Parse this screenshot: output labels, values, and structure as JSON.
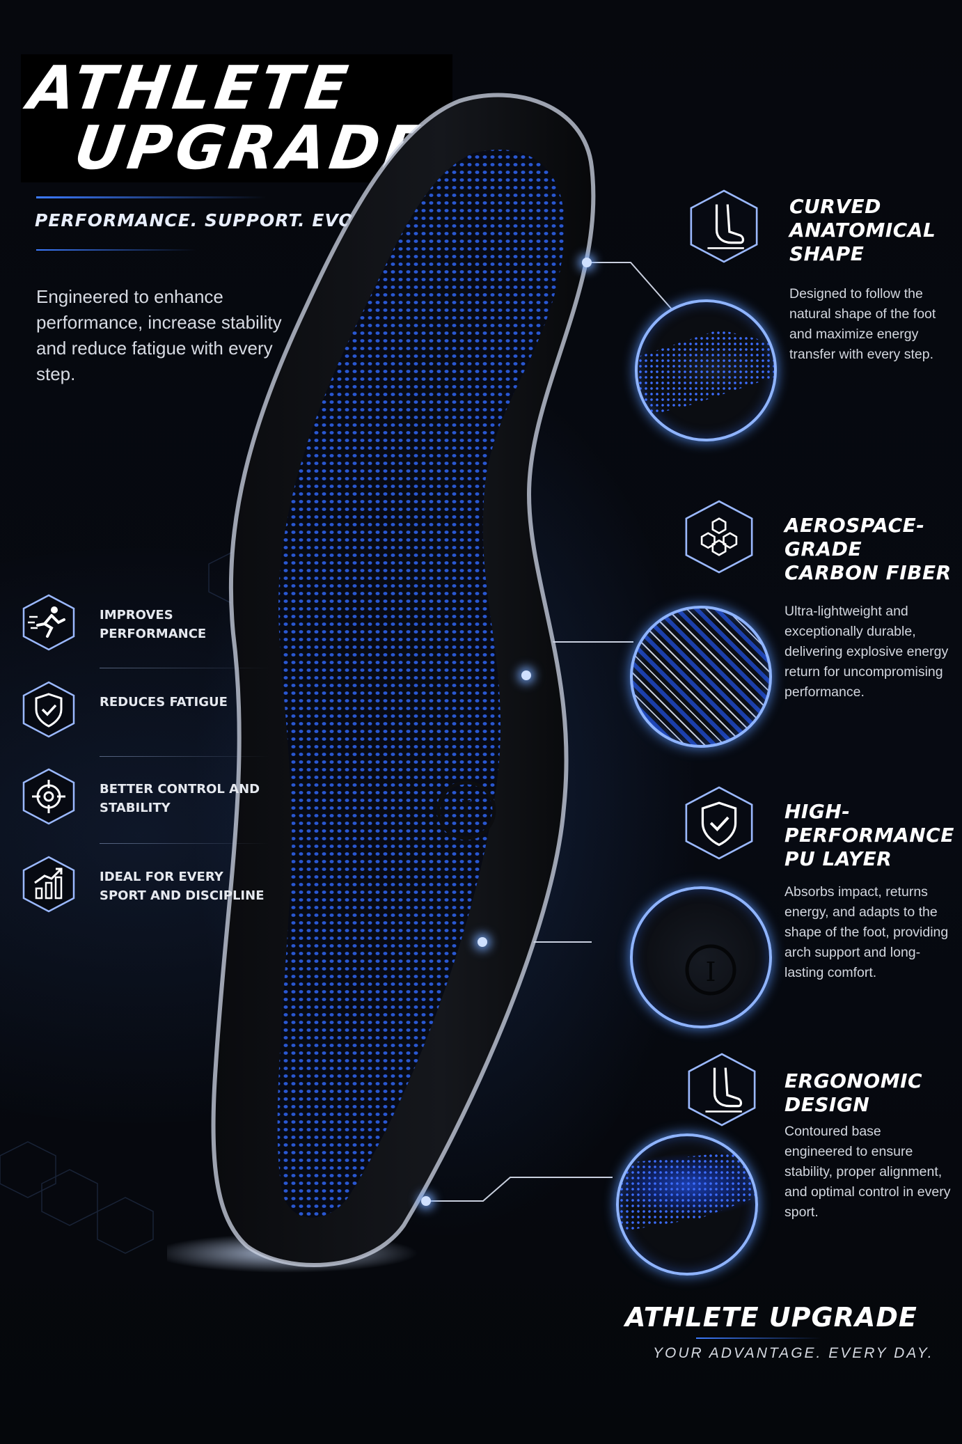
{
  "title": {
    "line1": "ATHLETE",
    "line2": "UPGRADE"
  },
  "tagline": "PERFORMANCE. SUPPORT. EVOLUTION.",
  "intro": "Engineered to enhance performance, increase stability and reduce fatigue with every step.",
  "left_features": [
    {
      "icon": "running-person-icon",
      "label": "IMPROVES PERFORMANCE"
    },
    {
      "icon": "shield-check-icon",
      "label": "REDUCES FATIGUE"
    },
    {
      "icon": "target-crosshair-icon",
      "label": "BETTER CONTROL AND STABILITY"
    },
    {
      "icon": "bar-chart-growth-icon",
      "label": "IDEAL FOR EVERY SPORT AND DISCIPLINE"
    }
  ],
  "right_features": [
    {
      "icon": "foot-icon",
      "title": "CURVED ANATOMICAL SHAPE",
      "description": "Designed to follow the natural shape of the foot and maximize energy transfer with every step."
    },
    {
      "icon": "hexagon-carbon-icon",
      "title": "AEROSPACE-GRADE CARBON FIBER",
      "description": "Ultra-lightweight and exceptionally durable, delivering explosive energy return for uncompromising performance."
    },
    {
      "icon": "shield-check-icon",
      "title": "HIGH-PERFORMANCE PU LAYER",
      "description": "Absorbs impact, returns energy, and adapts to the shape of the foot, providing arch support and long-lasting comfort."
    },
    {
      "icon": "foot-icon",
      "title": "ERGONOMIC DESIGN",
      "description": "Contoured base engineered to ensure stability, proper alignment, and optimal control in every sport."
    }
  ],
  "brand": {
    "name": "ATHLETE UPGRADE",
    "tagline": "YOUR ADVANTAGE. EVERY DAY."
  },
  "colors": {
    "accent": "#3d7bff",
    "glow": "#8fb4ff",
    "background": "#05070c",
    "mesh": "#1b3ea8"
  }
}
